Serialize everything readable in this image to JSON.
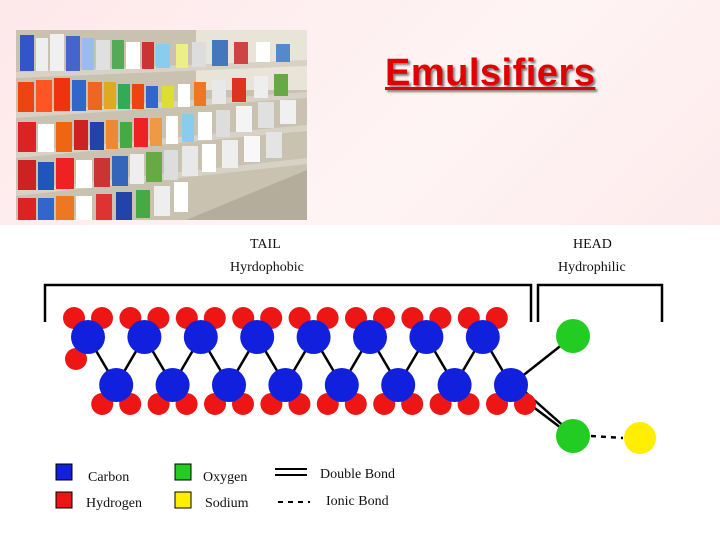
{
  "title": "Emulsifiers",
  "photo": {
    "subject": "store shelves of detergent bottles"
  },
  "diagram": {
    "tail_label": "TAIL",
    "tail_sub": "Hyrdophobic",
    "head_label": "HEAD",
    "head_sub": "Hydrophilic"
  },
  "legend": {
    "carbon": "Carbon",
    "hydrogen": "Hydrogen",
    "oxygen": "Oxygen",
    "sodium": "Sodium",
    "double_bond": "Double Bond",
    "ionic_bond": "Ionic Bond"
  },
  "colors": {
    "carbon": "#1020dd",
    "hydrogen": "#ee1515",
    "oxygen": "#22cc22",
    "sodium": "#ffee00",
    "title": "#e00000"
  }
}
